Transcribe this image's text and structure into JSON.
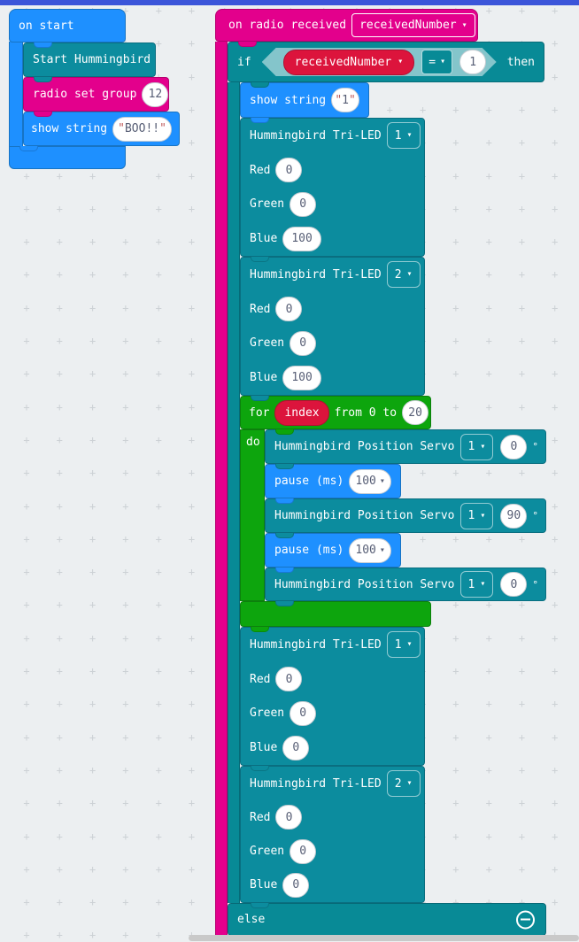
{
  "ui": {
    "arrow": "▾",
    "degree_symbol": "°",
    "quote": "\""
  },
  "colors": {
    "topbar": "#3b55d9",
    "background": "#eceff1",
    "basic_blue": "#1e90ff",
    "hummingbird_teal": "#0c8c9e",
    "logic_teal": "#088a96",
    "loops_green": "#0da50d",
    "radio_pink": "#e3008c",
    "variable_red": "#dc143c"
  },
  "on_start": {
    "label": "on start",
    "start_hummingbird_label": "Start Hummingbird",
    "radio_set_group_label": "radio set group",
    "radio_group_value": "12",
    "show_string_label": "show string",
    "show_string_value": "BOO!!"
  },
  "on_radio": {
    "label": "on radio received",
    "param": "receivedNumber"
  },
  "if_block": {
    "if_label": "if",
    "then_label": "then",
    "else_label": "else",
    "condition_variable": "receivedNumber",
    "operator": "=",
    "comparison_value": "1"
  },
  "show_string_1": {
    "label": "show string",
    "value": "1"
  },
  "tri_led": {
    "label": "Hummingbird Tri-LED",
    "red_label": "Red",
    "green_label": "Green",
    "blue_label": "Blue",
    "blocks": [
      {
        "port": "1",
        "red": "0",
        "green": "0",
        "blue": "100"
      },
      {
        "port": "2",
        "red": "0",
        "green": "0",
        "blue": "100"
      },
      {
        "port": "1",
        "red": "0",
        "green": "0",
        "blue": "0"
      },
      {
        "port": "2",
        "red": "0",
        "green": "0",
        "blue": "0"
      }
    ]
  },
  "for_loop": {
    "for_label": "for",
    "variable": "index",
    "range_label": "from 0 to",
    "to_value": "20",
    "do_label": "do"
  },
  "servo": {
    "label": "Hummingbird Position Servo",
    "blocks": [
      {
        "port": "1",
        "angle": "0"
      },
      {
        "port": "1",
        "angle": "90"
      },
      {
        "port": "1",
        "angle": "0"
      }
    ]
  },
  "pause": {
    "label": "pause (ms)",
    "value": "100"
  }
}
